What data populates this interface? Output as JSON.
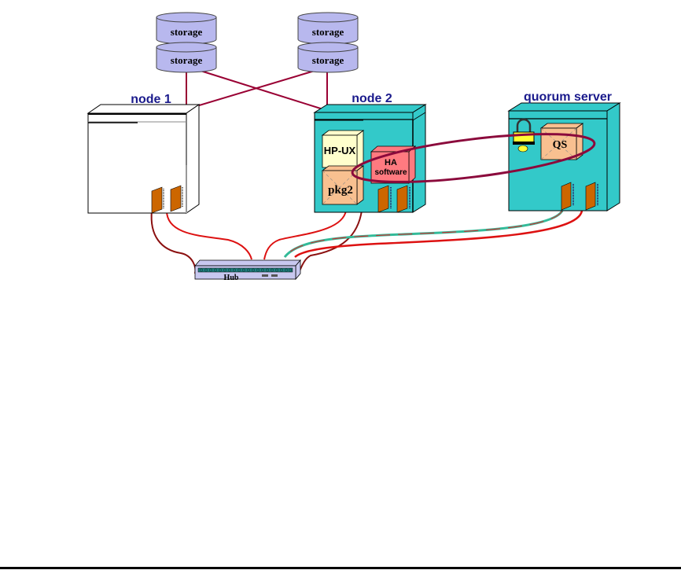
{
  "diagram": {
    "storage_groups": [
      {
        "id": "storage-left",
        "disks": [
          "storage",
          "storage"
        ]
      },
      {
        "id": "storage-right",
        "disks": [
          "storage",
          "storage"
        ]
      }
    ],
    "nodes": {
      "node1": {
        "label": "node 1"
      },
      "node2": {
        "label": "node 2",
        "os_label": "HP-UX",
        "ha_label_line1": "HA",
        "ha_label_line2": "software",
        "pkg_label": "pkg2"
      },
      "quorum": {
        "label": "quorum server",
        "qs_label": "QS"
      }
    },
    "hub": {
      "label": "Hub"
    },
    "colors": {
      "storage_fill": "#b8b8ee",
      "node1_fill": "#ffffff",
      "node_fill": "#33c9c9",
      "hpux_fill": "#ffffcc",
      "ha_fill": "#ff7a80",
      "pkg_fill": "#f8c090",
      "nic_fill": "#cc6600",
      "san_link": "#990033",
      "lan_red": "#dd1111",
      "lan_dark": "#8b1010",
      "lan_green": "#33bb99",
      "heartbeat_ellipse": "#8b0a3c",
      "node_label": "#1a1a8c",
      "hub_fill": "#c8c8f0",
      "hub_ports": "#208080",
      "lock_fill": "#ffff33"
    }
  }
}
